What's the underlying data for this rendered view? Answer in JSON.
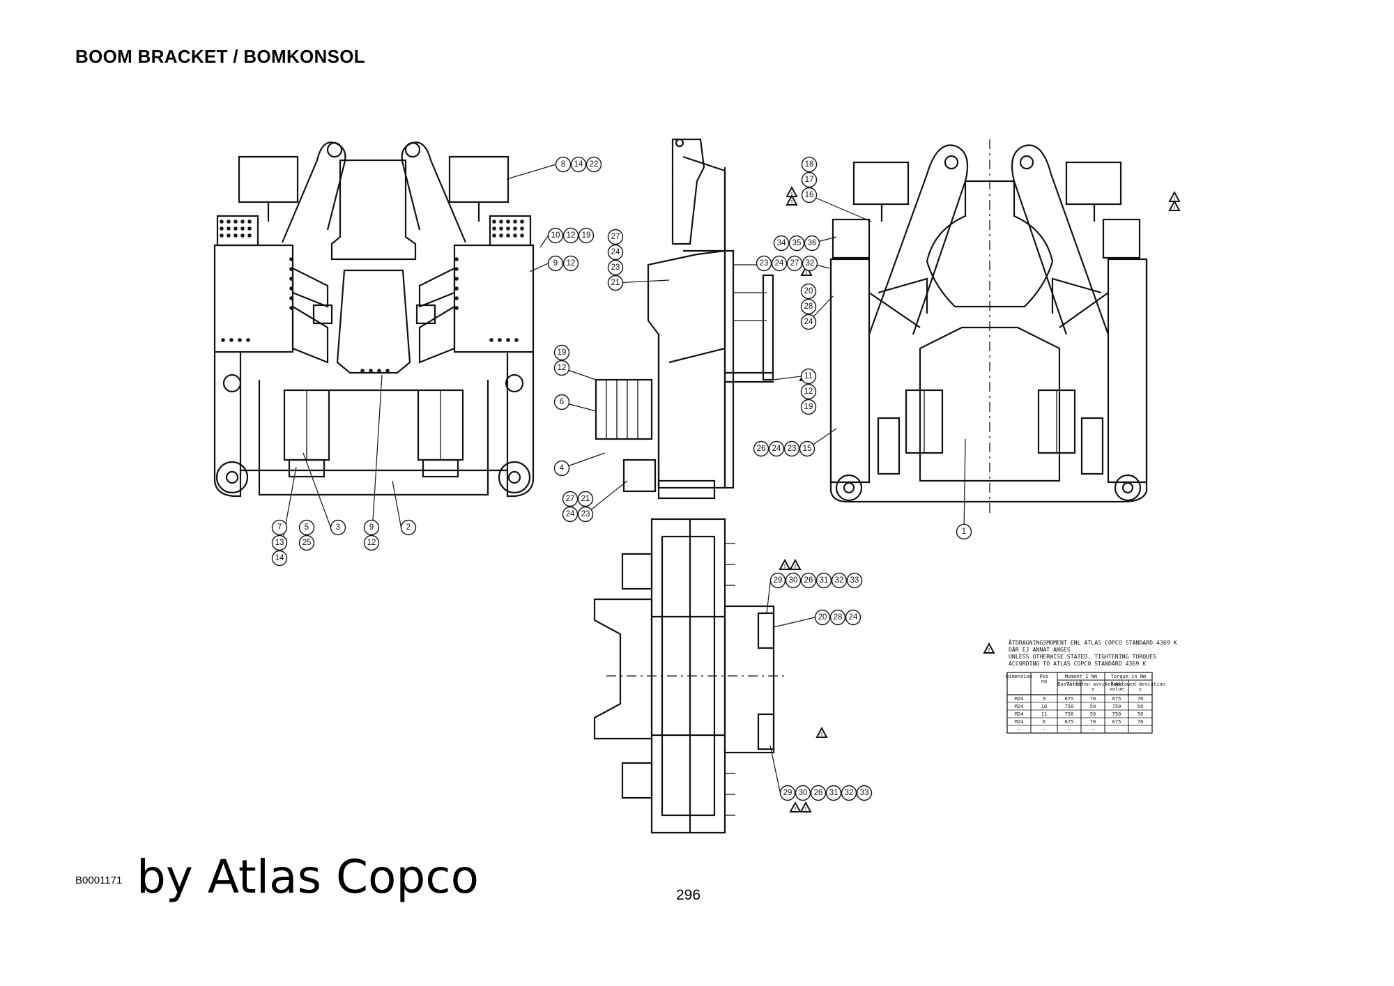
{
  "page": {
    "title": "BOOM BRACKET / BOMKONSOL",
    "doc_id": "B0001171",
    "watermark": "by Atlas Copco",
    "page_number": "296"
  },
  "views": {
    "front_left": {
      "callouts": [
        {
          "labels": [
            "8",
            "14",
            "22"
          ]
        },
        {
          "labels": [
            "10",
            "12",
            "19"
          ]
        },
        {
          "labels": [
            "9",
            "12"
          ]
        },
        {
          "labels": [
            "7",
            "13",
            "14"
          ]
        },
        {
          "labels": [
            "5",
            "25"
          ]
        },
        {
          "labels": [
            "3"
          ]
        },
        {
          "labels": [
            "9",
            "12"
          ]
        },
        {
          "labels": [
            "2"
          ]
        }
      ]
    },
    "side": {
      "callouts": [
        {
          "labels": [
            "27",
            "24",
            "23",
            "21"
          ]
        },
        {
          "labels": [
            "19",
            "12"
          ]
        },
        {
          "labels": [
            "6"
          ]
        },
        {
          "labels": [
            "4"
          ]
        },
        {
          "labels": [
            "27",
            "21",
            "24",
            "23"
          ]
        },
        {
          "labels": [
            "11",
            "12",
            "19"
          ]
        }
      ]
    },
    "rear": {
      "callouts": [
        {
          "labels": [
            "18",
            "17",
            "16"
          ]
        },
        {
          "labels": [
            "34",
            "35",
            "36"
          ]
        },
        {
          "labels": [
            "23",
            "24",
            "27",
            "32"
          ]
        },
        {
          "labels": [
            "20",
            "28",
            "24"
          ]
        },
        {
          "labels": [
            "26",
            "24",
            "23",
            "15"
          ]
        },
        {
          "labels": [
            "1"
          ]
        }
      ]
    },
    "top": {
      "callouts": [
        {
          "labels": [
            "29",
            "30",
            "26",
            "31",
            "32",
            "33"
          ]
        },
        {
          "labels": [
            "20",
            "28",
            "24"
          ]
        },
        {
          "labels": [
            "29",
            "30",
            "26",
            "31",
            "32",
            "33"
          ]
        }
      ]
    }
  },
  "torque_note": {
    "lines": [
      "ÅTDRAGNINGSMOMENT ENL ATLAS COPCO STANDARD 4369 K",
      "DÅR EJ ANNAT ANGES",
      "UNLESS OTHERWISE STATED, TIGHTENING TORQUES",
      "ACCORDING TO ATLAS COPCO STANDARD 4369 K"
    ],
    "table": {
      "group_headers": [
        "Moment I Nm",
        "Torque in Nm"
      ],
      "headers": [
        "Dimension",
        "Pos no",
        "Basvärde",
        "Tillåten avvikelse ±",
        "Base value",
        "Allowed deviation ±"
      ],
      "rows": [
        [
          "M24",
          "9",
          "675",
          "70",
          "675",
          "70"
        ],
        [
          "M24",
          "10",
          "750",
          "50",
          "750",
          "50"
        ],
        [
          "M24",
          "11",
          "750",
          "50",
          "750",
          "50"
        ],
        [
          "M24",
          "6",
          "675",
          "70",
          "675",
          "70"
        ],
        [
          "-",
          "-",
          "-",
          "-",
          "-",
          "-"
        ]
      ]
    }
  }
}
